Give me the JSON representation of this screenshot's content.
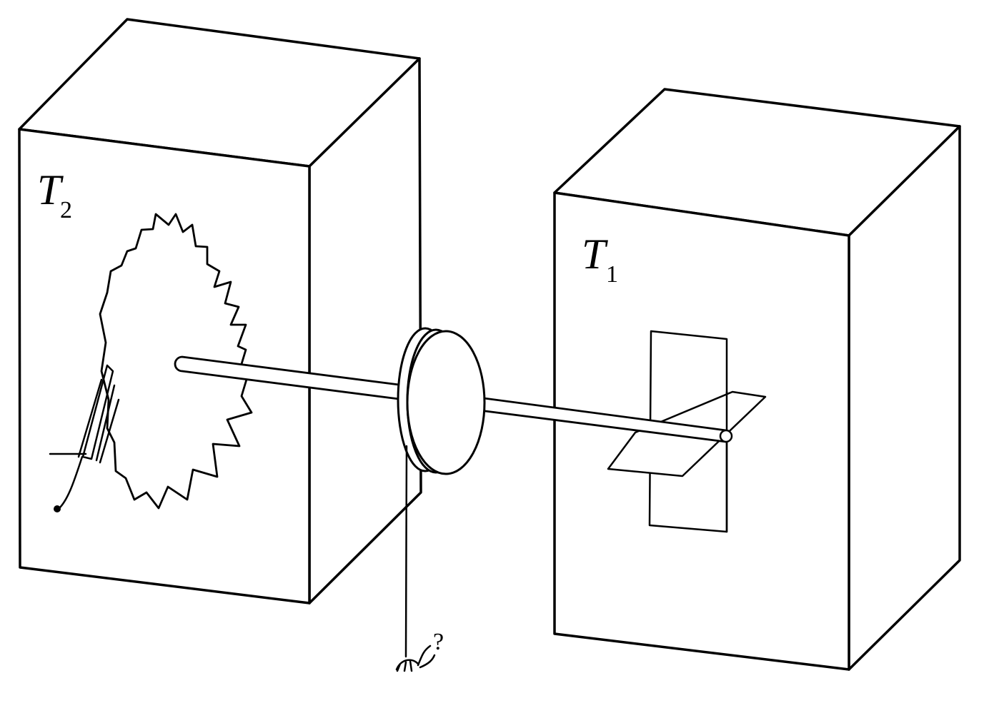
{
  "labels": {
    "box_left_main": "T",
    "box_left_sub": "2",
    "box_right_main": "T",
    "box_right_sub": "1",
    "question_mark": "?"
  },
  "colors": {
    "ink": "#000000",
    "paper": "#ffffff"
  }
}
